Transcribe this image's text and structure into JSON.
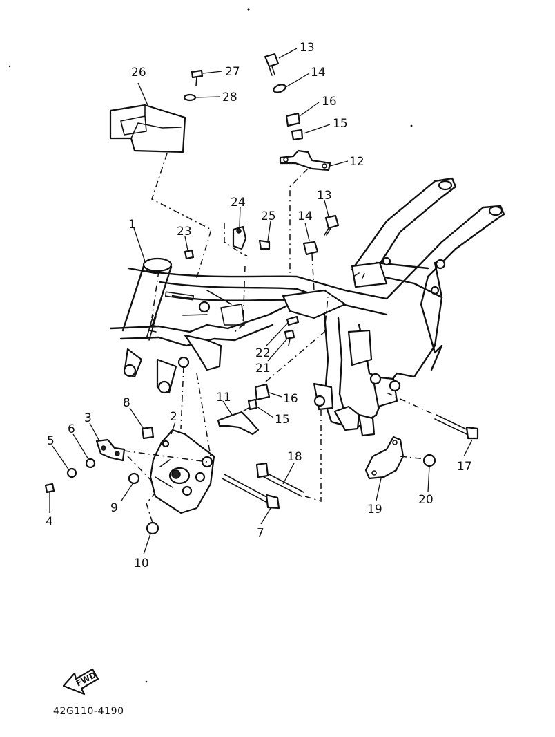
{
  "labels": [
    "1",
    "2",
    "3",
    "4",
    "5",
    "6",
    "7",
    "8",
    "9",
    "10",
    "11",
    "12",
    "13",
    "14",
    "15",
    "16",
    "17",
    "18",
    "19",
    "20",
    "21",
    "22",
    "23",
    "24",
    "25",
    "26",
    "27",
    "28"
  ],
  "fwd_text": "FWD",
  "catalog_code": "42G110-4190"
}
